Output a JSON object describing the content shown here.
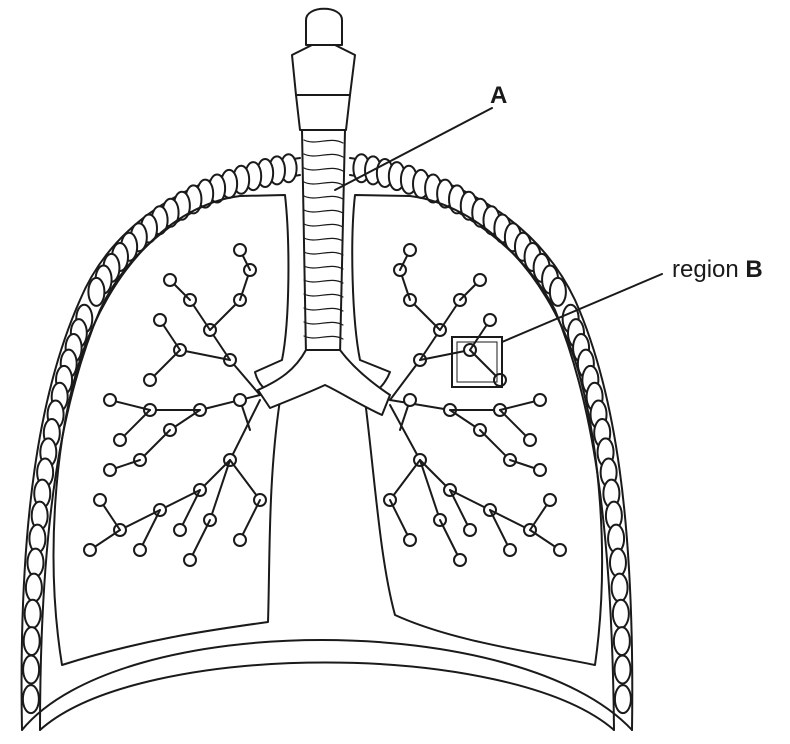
{
  "labels": {
    "a": {
      "letter": "A"
    },
    "b": {
      "prefix": "region ",
      "letter": "B"
    }
  },
  "colors": {
    "line": "#1a1a1a",
    "background": "#ffffff"
  }
}
